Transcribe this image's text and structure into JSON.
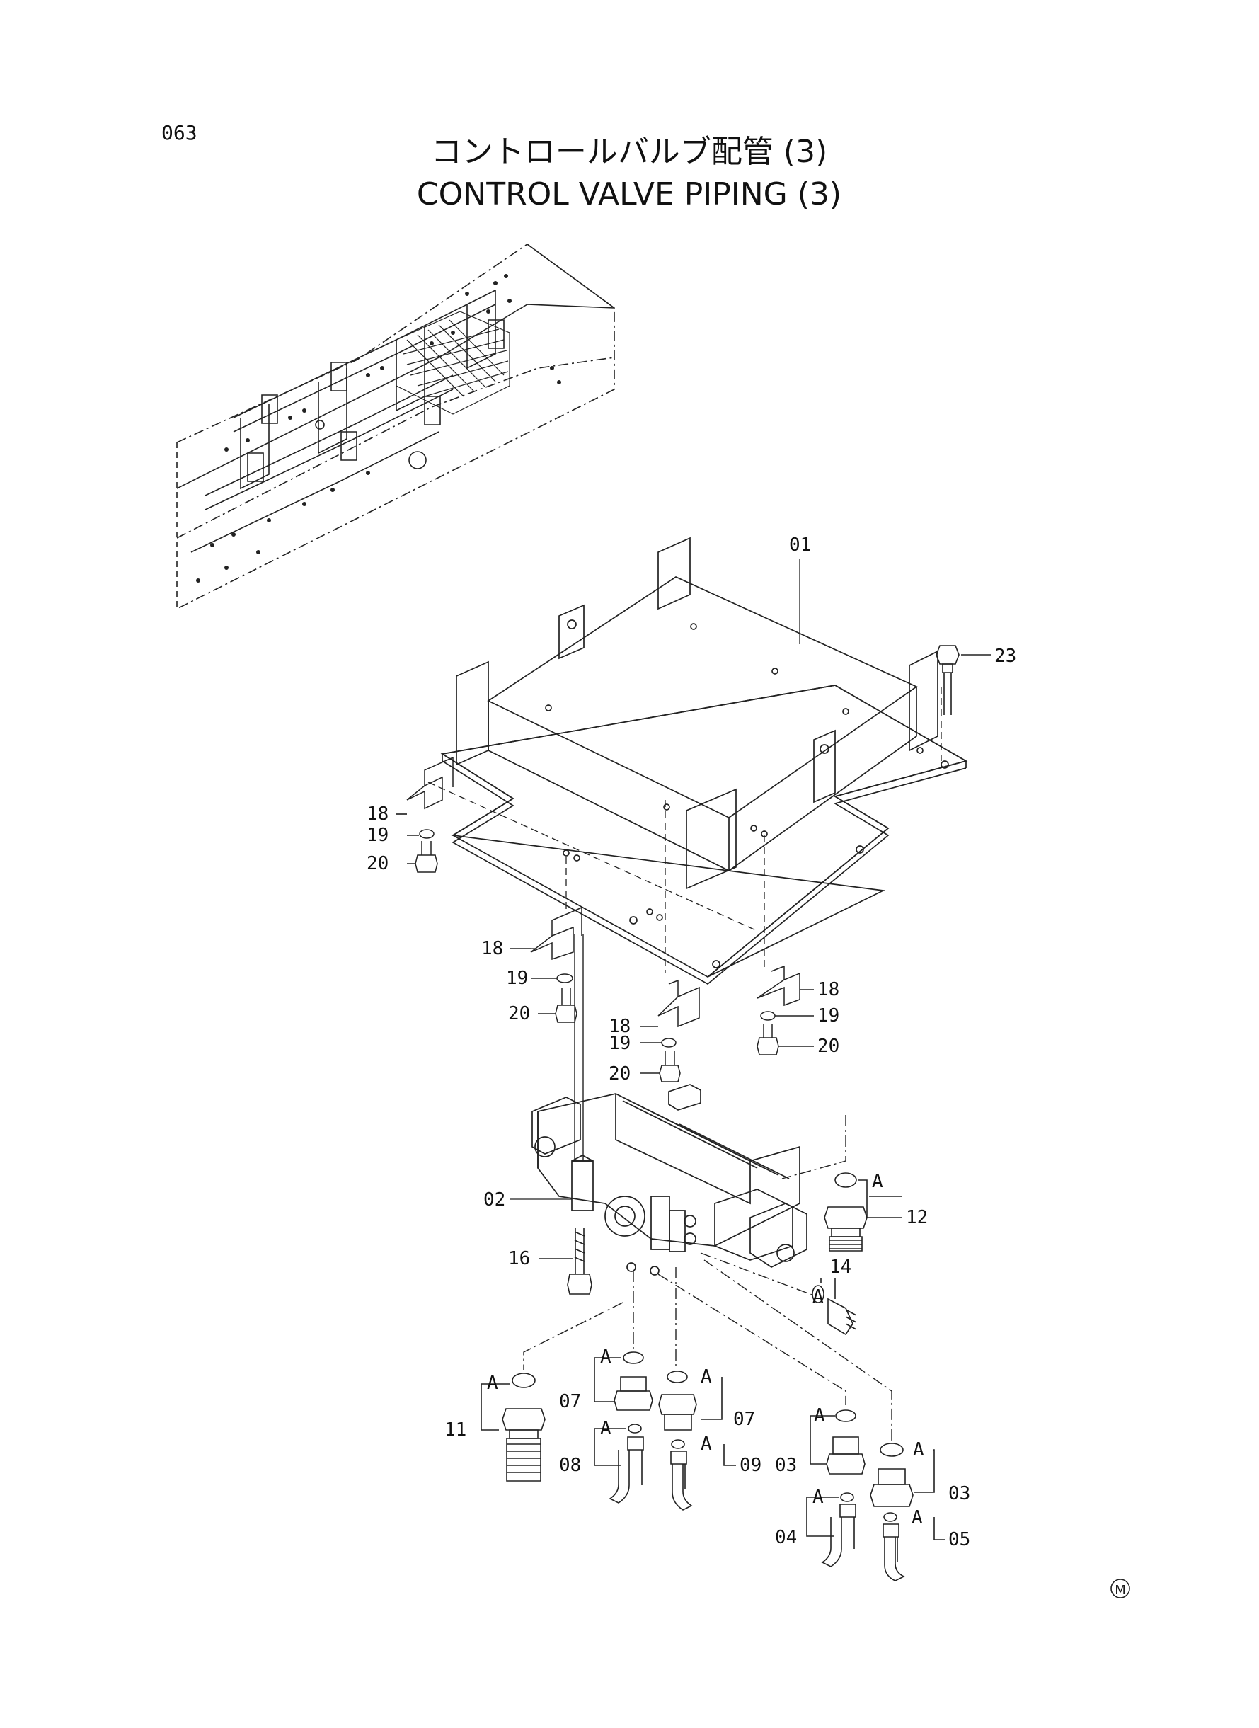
{
  "header": {
    "page_number": "063",
    "title_jp": "コントロールバルブ配管 (3)",
    "title_en": "CONTROL VALVE PIPING (3)"
  },
  "callouts": {
    "c01": "01",
    "c02": "02",
    "c03a": "03",
    "c03b": "03",
    "c04": "04",
    "c05": "05",
    "c07a": "07",
    "c07b": "07",
    "c08": "08",
    "c09": "09",
    "c11": "11",
    "c12": "12",
    "c14": "14",
    "c16": "16",
    "c18a": "18",
    "c18b": "18",
    "c18c": "18",
    "c18d": "18",
    "c19a": "19",
    "c19b": "19",
    "c19c": "19",
    "c19d": "19",
    "c20a": "20",
    "c20b": "20",
    "c20c": "20",
    "c20d": "20",
    "c23": "23"
  },
  "seal_label": "A",
  "mark": "M"
}
